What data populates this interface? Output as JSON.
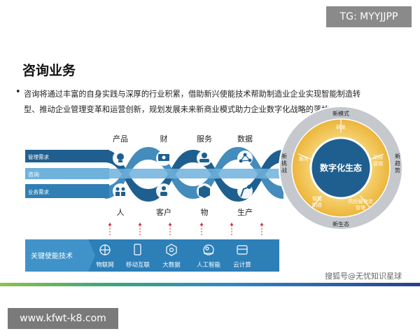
{
  "badge": {
    "tg_label": "TG: MYYJJPP"
  },
  "heading": {
    "title": "咨询业务"
  },
  "intro": {
    "bullet": "•",
    "text": "咨询将通过丰富的自身实践与深厚的行业积累，借助新兴使能技术帮助制造业企业实现智能制造转型、推动企业管理变革和运营创新，规划发展未来新商业模式助力企业数字化战略的落地。"
  },
  "diagram": {
    "left_labels": [
      "管理需求",
      "咨询",
      "业务需求"
    ],
    "top_labels": [
      "产品",
      "财",
      "服务",
      "数据"
    ],
    "bottom_labels": [
      "人",
      "客户",
      "物",
      "生产"
    ],
    "enabler_title": "关键使能技术",
    "enablers": [
      "物联网",
      "移动互联",
      "大数据",
      "人工智能",
      "云计算"
    ],
    "ring": {
      "center": "数字化生态",
      "outer": {
        "top": "新模式",
        "right": "新趋势",
        "bottom": "新生态",
        "left": "新挑战"
      },
      "inner": [
        "研发",
        "采购营销",
        "供应链物流管理",
        "智能制造",
        "服务"
      ]
    },
    "colors": {
      "dark_blue": "#1f5f8f",
      "mid_blue": "#2f7fb5",
      "light_blue": "#6fb2dc",
      "gold": "#f0c040",
      "ring_grey": "#b7bcc2"
    }
  },
  "watermarks": {
    "right": "搜狐号@无忧知识星球",
    "left": "www.kfwt-k8.com"
  }
}
